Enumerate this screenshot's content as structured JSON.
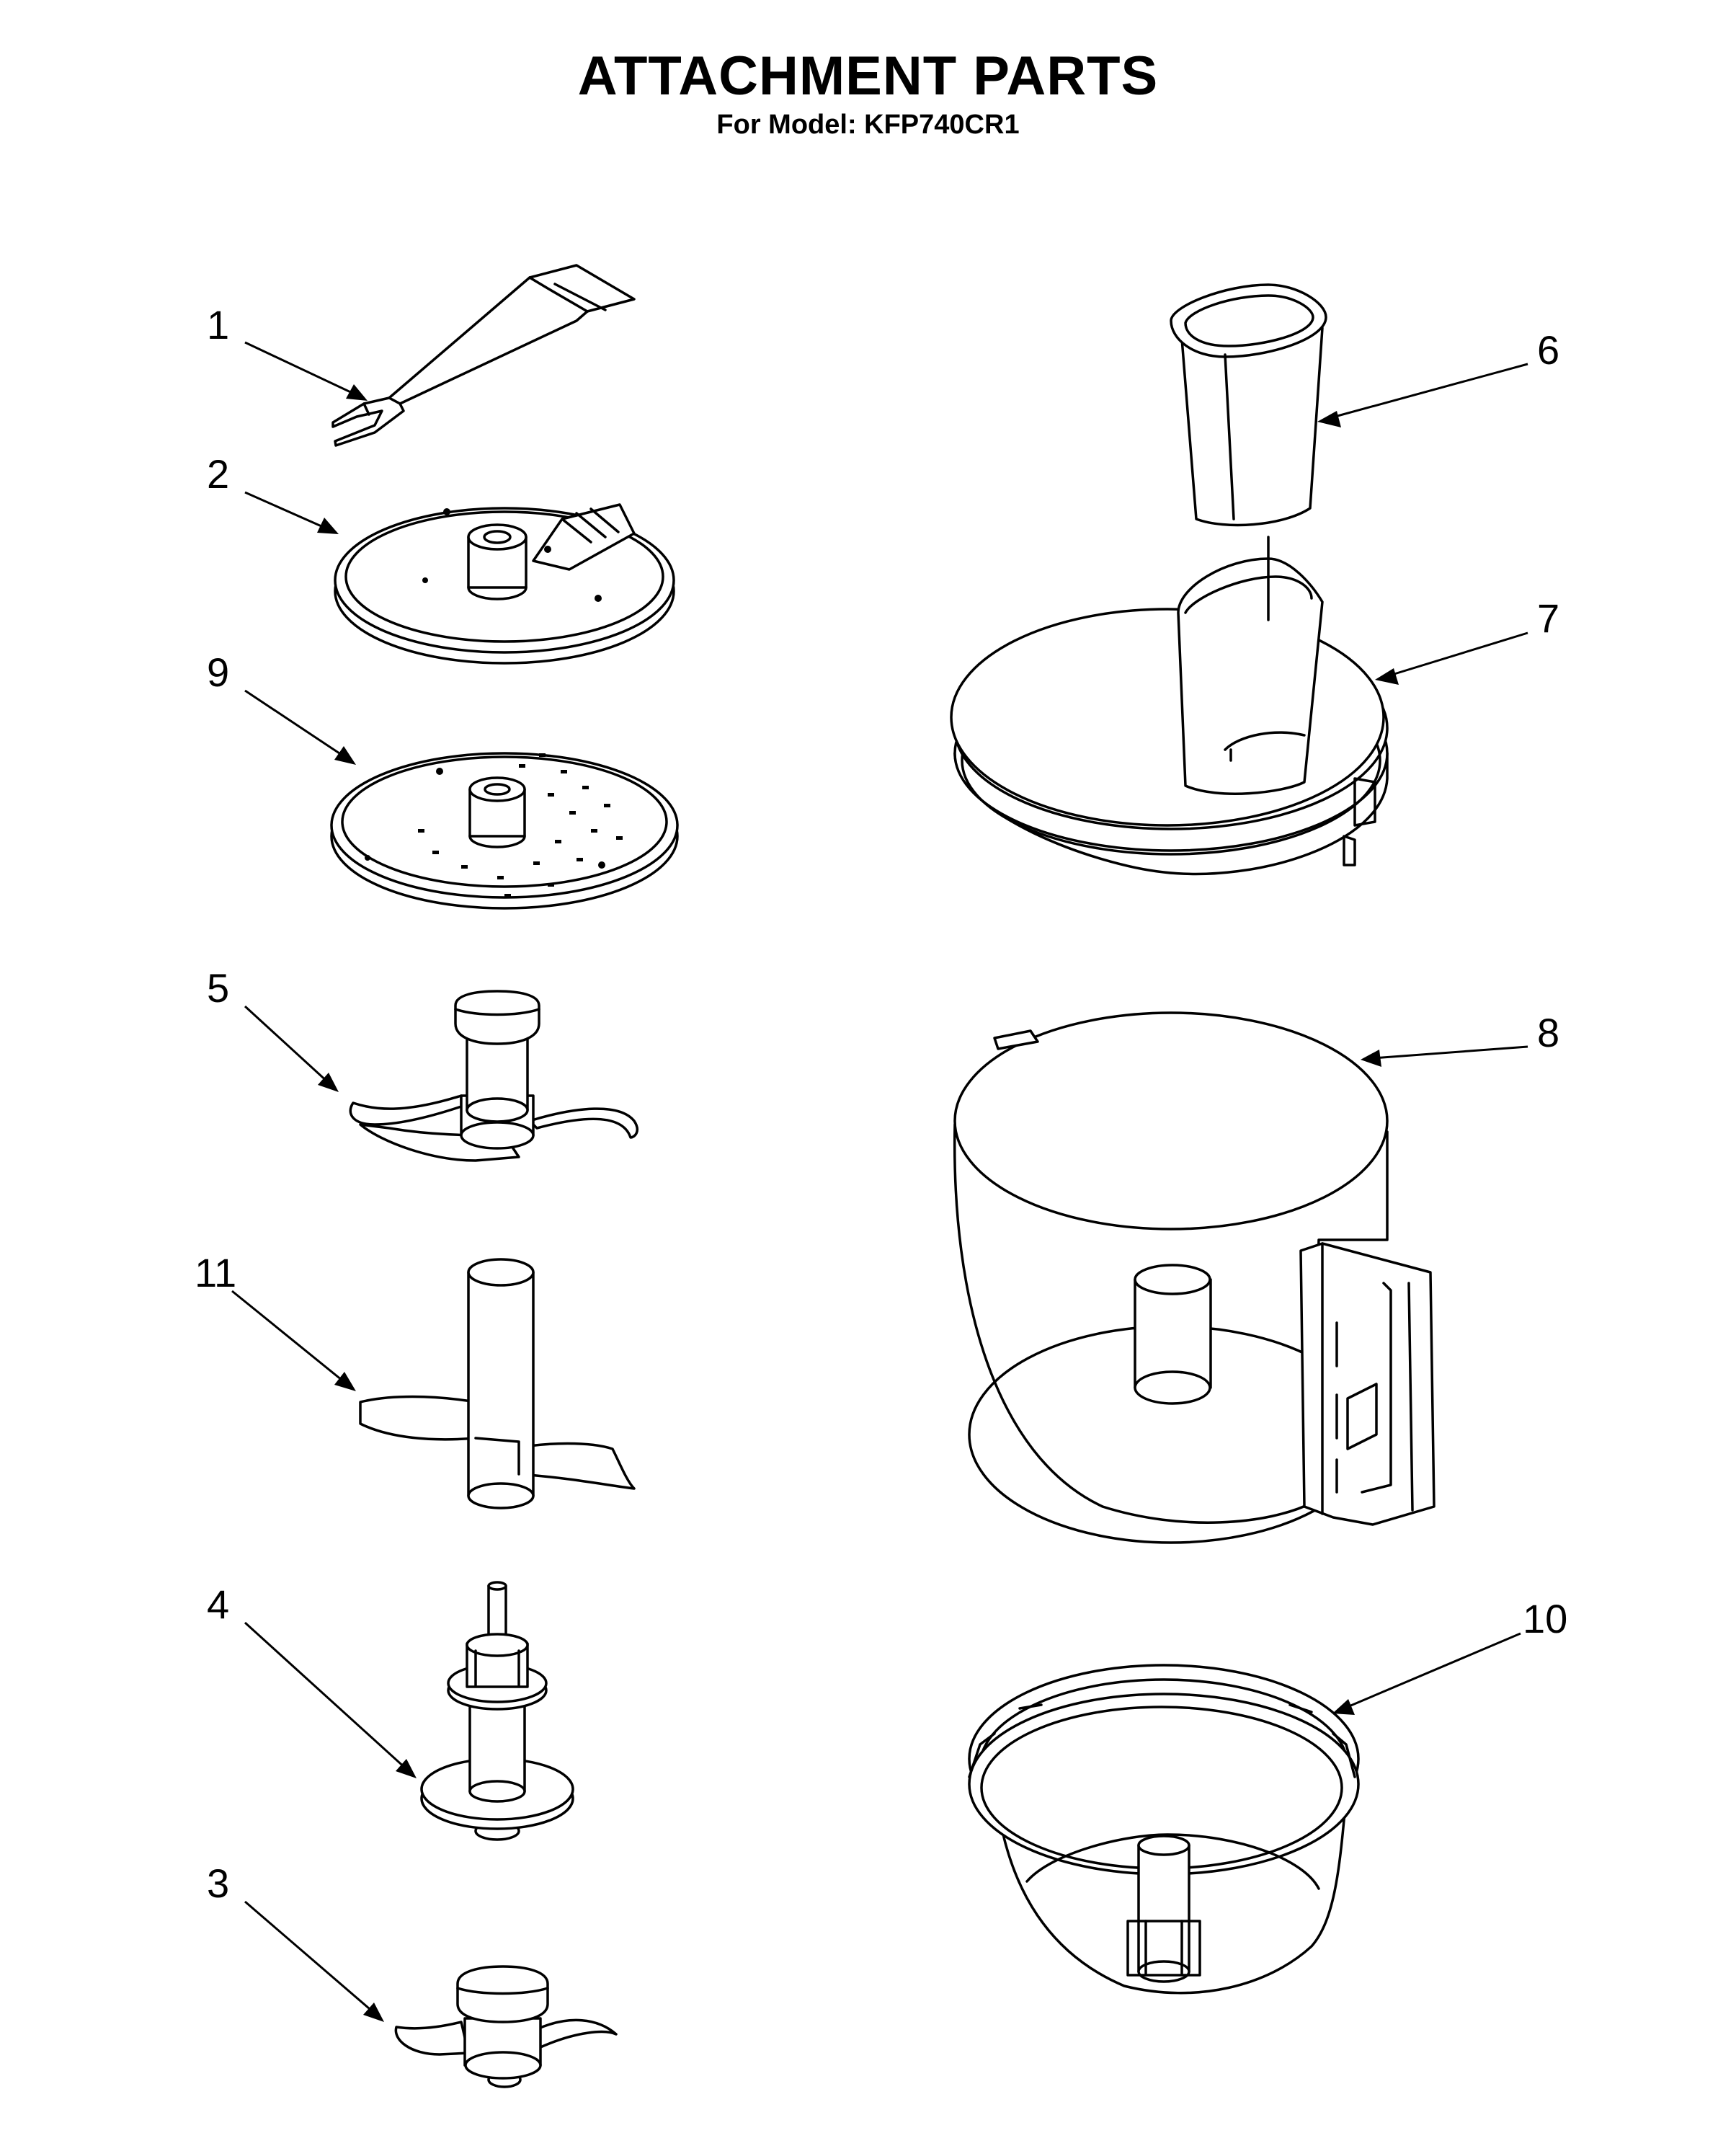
{
  "header": {
    "title": "ATTACHMENT PARTS",
    "subtitle": "For Model: KFP740CR1"
  },
  "callouts": [
    {
      "id": "1",
      "label": "1"
    },
    {
      "id": "2",
      "label": "2"
    },
    {
      "id": "9",
      "label": "9"
    },
    {
      "id": "5",
      "label": "5"
    },
    {
      "id": "11",
      "label": "11"
    },
    {
      "id": "4",
      "label": "4"
    },
    {
      "id": "3",
      "label": "3"
    },
    {
      "id": "6",
      "label": "6"
    },
    {
      "id": "7",
      "label": "7"
    },
    {
      "id": "8",
      "label": "8"
    },
    {
      "id": "10",
      "label": "10"
    }
  ],
  "colors": {
    "line": "#000000",
    "background": "#ffffff"
  }
}
